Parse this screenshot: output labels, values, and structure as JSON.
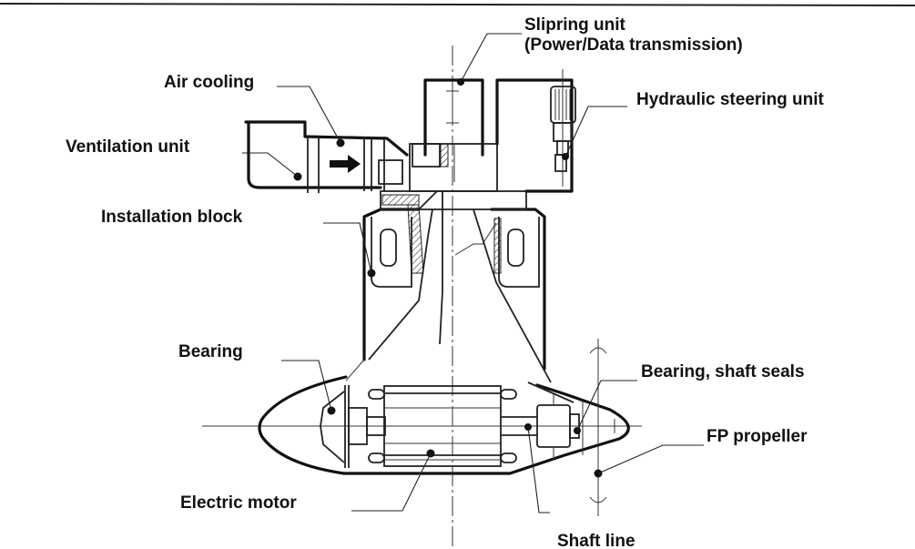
{
  "figure": {
    "labels": {
      "slipring_unit": "Slipring unit",
      "slipring_sub": "(Power/Data transmission)",
      "air_cooling": "Air cooling",
      "hydraulic_steering": "Hydraulic steering unit",
      "ventilation_unit": "Ventilation unit",
      "installation_block": "Installation block",
      "bearing": "Bearing",
      "bearing_shaft_seals": "Bearing, shaft seals",
      "fp_propeller": "FP propeller",
      "electric_motor": "Electric motor",
      "shaft_line": "Shaft line"
    },
    "colors": {
      "ink": "#111111",
      "paper": "#ffffff"
    }
  }
}
